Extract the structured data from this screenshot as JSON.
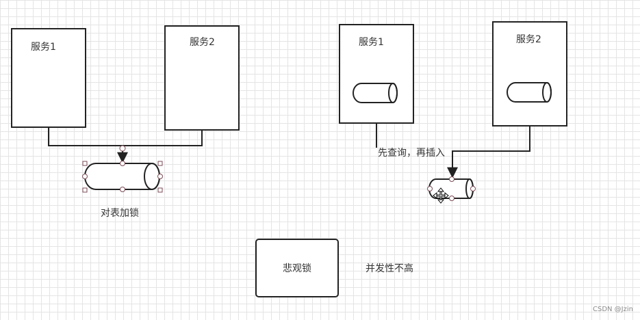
{
  "diagram": {
    "left": {
      "service1_label": "服务1",
      "service2_label": "服务2",
      "caption": "对表加锁"
    },
    "right": {
      "service1_label": "服务1",
      "service2_label": "服务2",
      "edge_label": "先查询，再插入"
    },
    "bottom": {
      "box_label": "悲观锁",
      "note": "并发性不高"
    },
    "watermark": "CSDN @Jzin",
    "colors": {
      "stroke": "#222222",
      "text": "#333333",
      "selection_handle": "#7a4a55",
      "grid": "#e4e4e4"
    }
  }
}
